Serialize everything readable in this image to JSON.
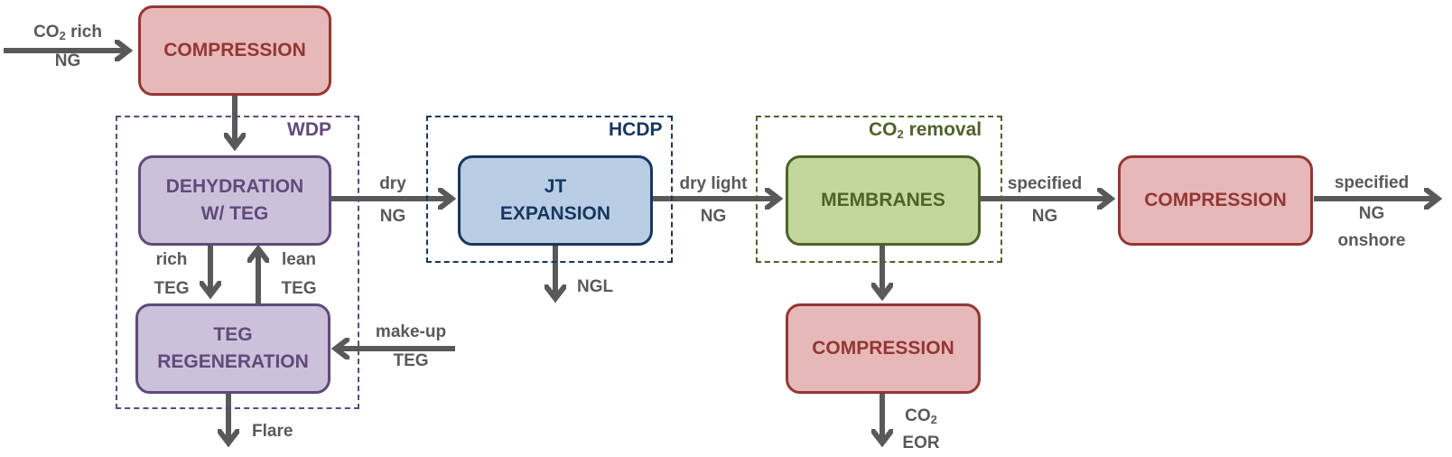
{
  "groups": {
    "wdp": {
      "title": "WDP",
      "color": "#604a7b"
    },
    "hcdp": {
      "title": "HCDP",
      "color": "#17375e"
    },
    "co2_removal": {
      "title_prefix": "CO",
      "title_sub": "2",
      "title_suffix": " removal",
      "color": "#4f6228"
    }
  },
  "boxes": {
    "compression_inlet": {
      "label": "COMPRESSION"
    },
    "dehydration": {
      "line1": "DEHYDRATION",
      "line2": "W/ TEG"
    },
    "teg_regeneration": {
      "line1": "TEG",
      "line2": "REGENERATION"
    },
    "jt_expansion": {
      "line1": "JT",
      "line2": "EXPANSION"
    },
    "membranes": {
      "label": "MEMBRANES"
    },
    "compression_export": {
      "label": "COMPRESSION"
    },
    "compression_co2": {
      "label": "COMPRESSION"
    }
  },
  "streams": {
    "feed": {
      "prefix": "CO",
      "sub": "2",
      "suffix": " rich",
      "line2": "NG"
    },
    "dry_ng": {
      "line1": "dry",
      "line2": "NG"
    },
    "dry_light_ng": {
      "line1": "dry light",
      "line2": "NG"
    },
    "specified_ng": {
      "line1": "specified",
      "line2": "NG"
    },
    "product": {
      "line1": "specified",
      "line2": "NG",
      "line3": "onshore"
    },
    "rich_teg": {
      "line1": "rich",
      "line2": "TEG"
    },
    "lean_teg": {
      "line1": "lean",
      "line2": "TEG"
    },
    "makeup_teg": {
      "line1": "make-up",
      "line2": "TEG"
    },
    "flare": {
      "label": "Flare"
    },
    "ngl": {
      "label": "NGL"
    },
    "co2_eor": {
      "prefix": "CO",
      "sub": "2",
      "line2": "EOR"
    }
  },
  "colors": {
    "arrow": "#595959",
    "compression_fill": "#e6b9b8",
    "wdp_fill": "#ccc1da",
    "hcdp_fill": "#b9cde5",
    "co2_fill": "#c3d69b"
  }
}
